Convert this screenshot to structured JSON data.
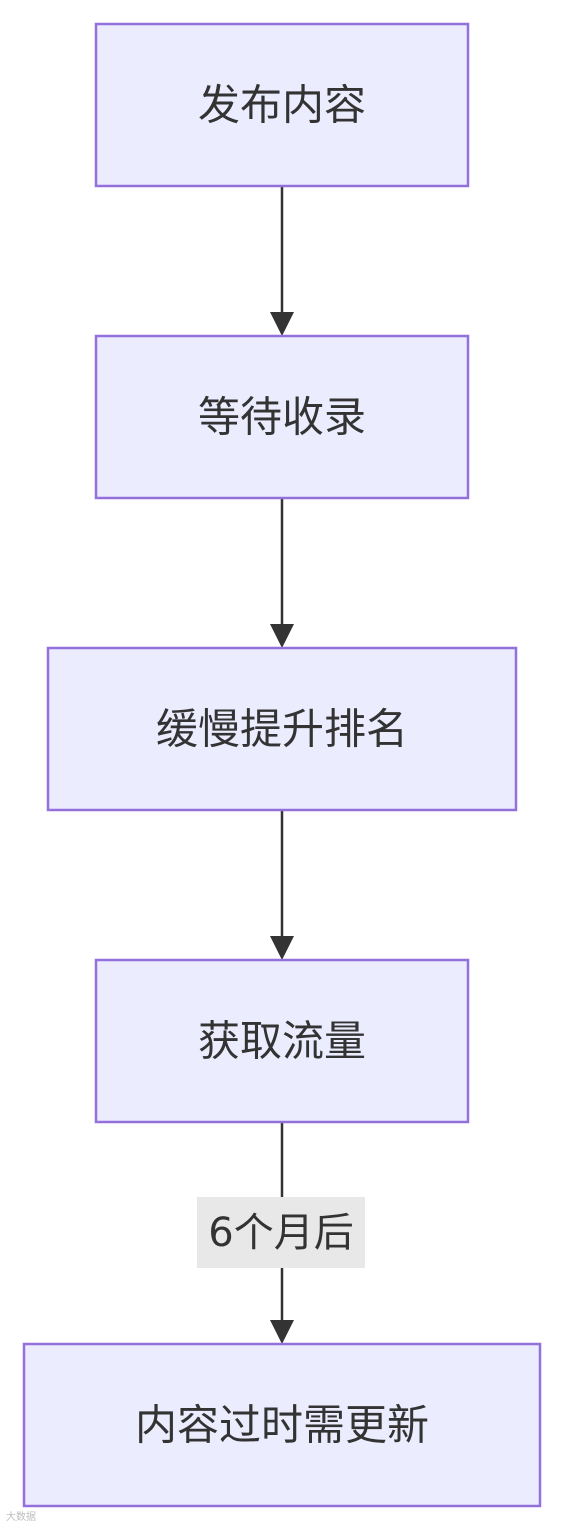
{
  "diagram": {
    "type": "flowchart",
    "direction": "top-down",
    "nodes": [
      {
        "id": "n1",
        "label": "发布内容"
      },
      {
        "id": "n2",
        "label": "等待收录"
      },
      {
        "id": "n3",
        "label": "缓慢提升排名"
      },
      {
        "id": "n4",
        "label": "获取流量"
      },
      {
        "id": "n5",
        "label": "内容过时需更新"
      }
    ],
    "edges": [
      {
        "from": "n1",
        "to": "n2",
        "label": ""
      },
      {
        "from": "n2",
        "to": "n3",
        "label": ""
      },
      {
        "from": "n3",
        "to": "n4",
        "label": ""
      },
      {
        "from": "n4",
        "to": "n5",
        "label": "6个月后"
      }
    ],
    "colors": {
      "node_fill": "#ECECFF",
      "node_stroke": "#9370DB",
      "edge": "#333333",
      "edge_label_bg": "#E8E8E8",
      "text": "#333333"
    }
  },
  "watermark": {
    "text": "大数据"
  }
}
